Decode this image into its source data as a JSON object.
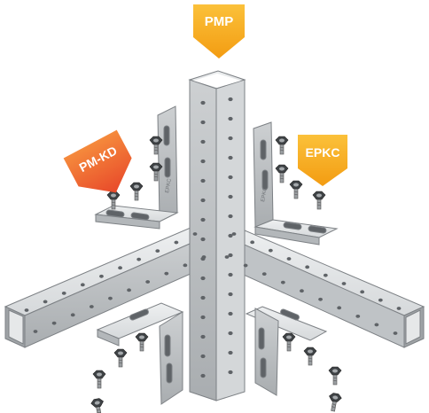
{
  "callouts": {
    "pmp": {
      "label": "PMP",
      "color": "#f7a81b"
    },
    "pm_kd": {
      "label": "PM-KD",
      "color": "#ef5a2a"
    },
    "epkc": {
      "label": "EPKC",
      "color": "#f7a81b"
    }
  },
  "part_markings": {
    "left_bracket": "EPKC",
    "right_bracket": "EPKC"
  },
  "colors": {
    "steel_light": "#e2e4e6",
    "steel_mid": "#c9ccce",
    "steel_dark": "#a6aaad",
    "outline": "#7d8185",
    "hole": "#5f6367"
  }
}
